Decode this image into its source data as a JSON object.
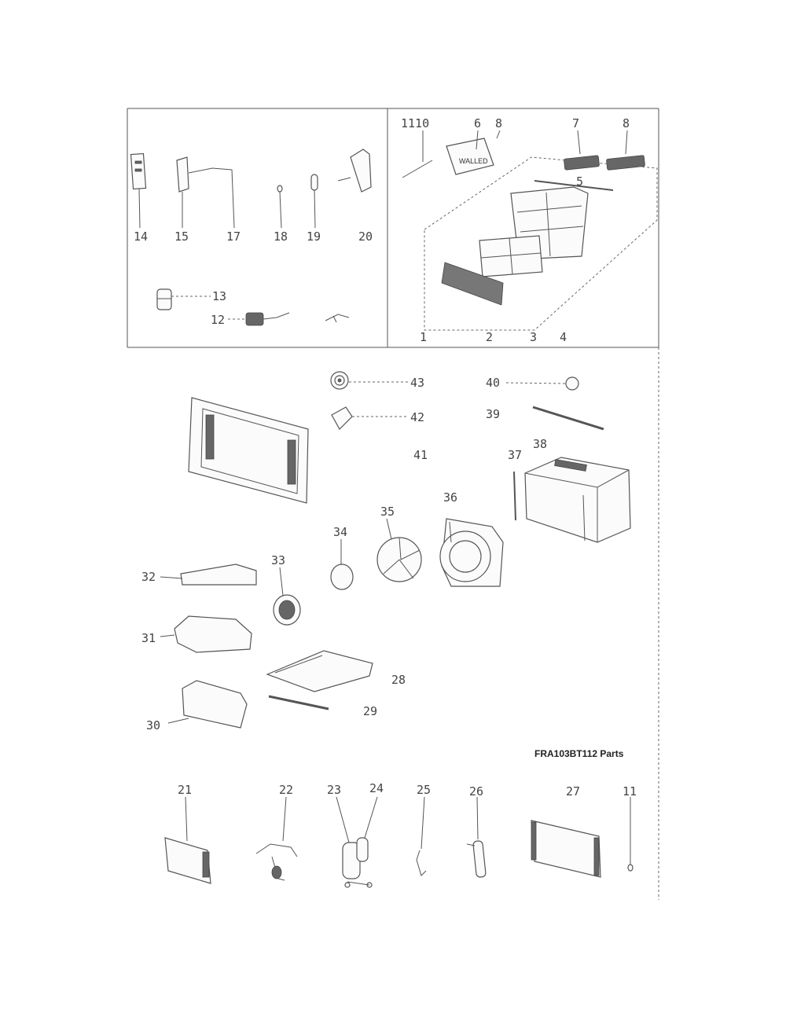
{
  "caption": "FRA103BT112 Parts",
  "labels": {
    "p1110": "1110",
    "p6": "6",
    "p8top": "8",
    "p7": "7",
    "p8": "8",
    "p5": "5",
    "p14": "14",
    "p15": "15",
    "p17": "17",
    "p18": "18",
    "p19": "19",
    "p20": "20",
    "p13": "13",
    "p12": "12",
    "p1": "1",
    "p2": "2",
    "p3": "3",
    "p4": "4",
    "p43": "43",
    "p40": "40",
    "p42": "42",
    "p39": "39",
    "p41": "41",
    "p37": "37",
    "p38": "38",
    "p34": "34",
    "p35": "35",
    "p36": "36",
    "p32": "32",
    "p33": "33",
    "p31": "31",
    "p28": "28",
    "p29": "29",
    "p30": "30",
    "p21": "21",
    "p22": "22",
    "p23": "23",
    "p24": "24",
    "p25": "25",
    "p26": "26",
    "p27": "27",
    "p11": "11"
  },
  "box_label": "WALLED"
}
